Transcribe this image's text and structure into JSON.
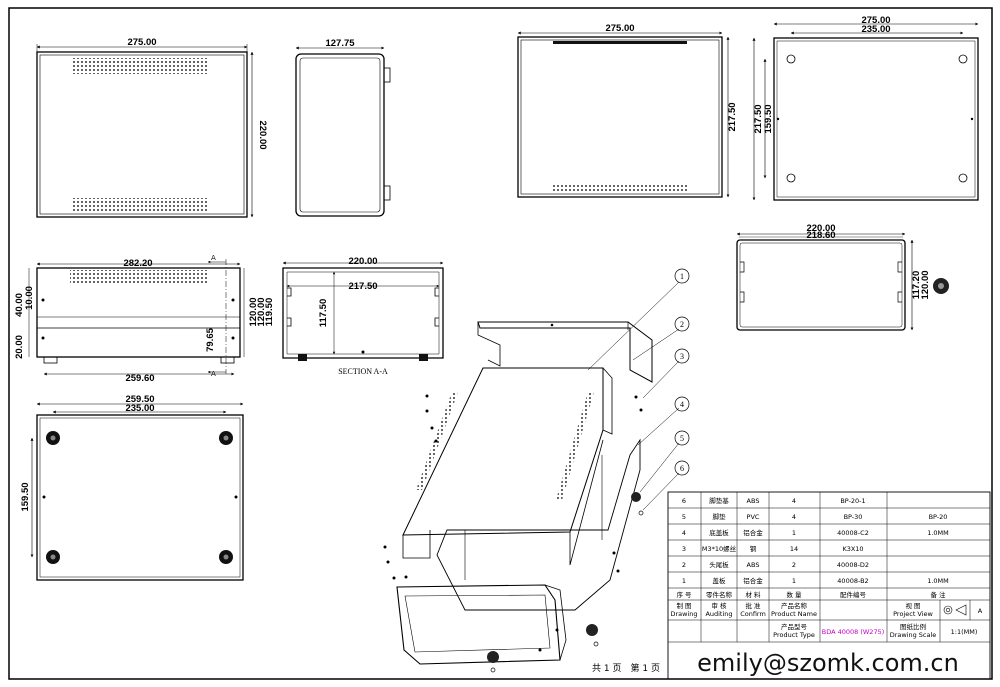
{
  "dimensions": {
    "front_width": "275.00",
    "front_height": "220.00",
    "side_depth": "127.75",
    "top_width": "275.00",
    "top_height": "217.50",
    "rear_width_outer": "275.00",
    "rear_width_inner": "235.00",
    "rear_height_outer": "217.50",
    "rear_height_inner": "159.50",
    "end_width_outer": "220.00",
    "end_width_inner": "218.60",
    "end_height_outer": "117.20",
    "end_height_inner": "120.00",
    "side_length": "282.20",
    "side_left_40": "40.00",
    "side_left_10": "10.00",
    "side_left_20": "20.00",
    "side_length_inner": "259.60",
    "side_79": "79.65",
    "side_right_120": "120.00",
    "side_right_120b": "120.00",
    "side_right_119": "119.50",
    "section_width_outer": "220.00",
    "section_width_inner": "217.50",
    "section_height": "117.50",
    "bottom_width_outer": "259.50",
    "bottom_width_inner": "235.00",
    "bottom_height": "159.50"
  },
  "section_marker_letter": "A",
  "section_caption": "SECTION A-A",
  "balloons": [
    "1",
    "2",
    "3",
    "4",
    "5",
    "6"
  ],
  "bom": {
    "rows": [
      {
        "no": "6",
        "name": "脚垫基",
        "material": "ABS",
        "qty": "4",
        "code": "BP-20-1",
        "note": ""
      },
      {
        "no": "5",
        "name": "脚垫",
        "material": "PVC",
        "qty": "4",
        "code": "BP-30",
        "note": "BP-20"
      },
      {
        "no": "4",
        "name": "底盖板",
        "material": "铝合金",
        "qty": "1",
        "code": "40008-C2",
        "note": "1.0MM"
      },
      {
        "no": "3",
        "name": "M3*10螺丝",
        "material": "钢",
        "qty": "14",
        "code": "K3X10",
        "note": ""
      },
      {
        "no": "2",
        "name": "头尾板",
        "material": "ABS",
        "qty": "2",
        "code": "40008-D2",
        "note": ""
      },
      {
        "no": "1",
        "name": "盖板",
        "material": "铝合金",
        "qty": "1",
        "code": "40008-B2",
        "note": "1.0MM"
      }
    ],
    "headers": {
      "no": "序 号",
      "name": "零件名称",
      "material": "材 料",
      "qty": "数 量",
      "code": "配件编号",
      "note": "备 注"
    }
  },
  "title_block": {
    "drawing_cn": "制 图",
    "drawing_en": "Drawing",
    "auditing_cn": "审 核",
    "auditing_en": "Auditing",
    "confirm_cn": "批 准",
    "confirm_en": "Confirm",
    "product_name_cn": "产品名称",
    "product_name_en": "Product Name",
    "product_type_cn": "产品型号",
    "product_type_en": "Product Type",
    "product_type_value": "BDA 40008 (W275)",
    "project_view_cn": "视 图",
    "project_view_en": "Project View",
    "view_letter": "A",
    "scale_cn": "图纸比例",
    "scale_en": "Drawing Scale",
    "scale_value": "1:1(MM)"
  },
  "page_info": "共 1 页　第 1 页",
  "email": "emily@szomk.com.cn"
}
